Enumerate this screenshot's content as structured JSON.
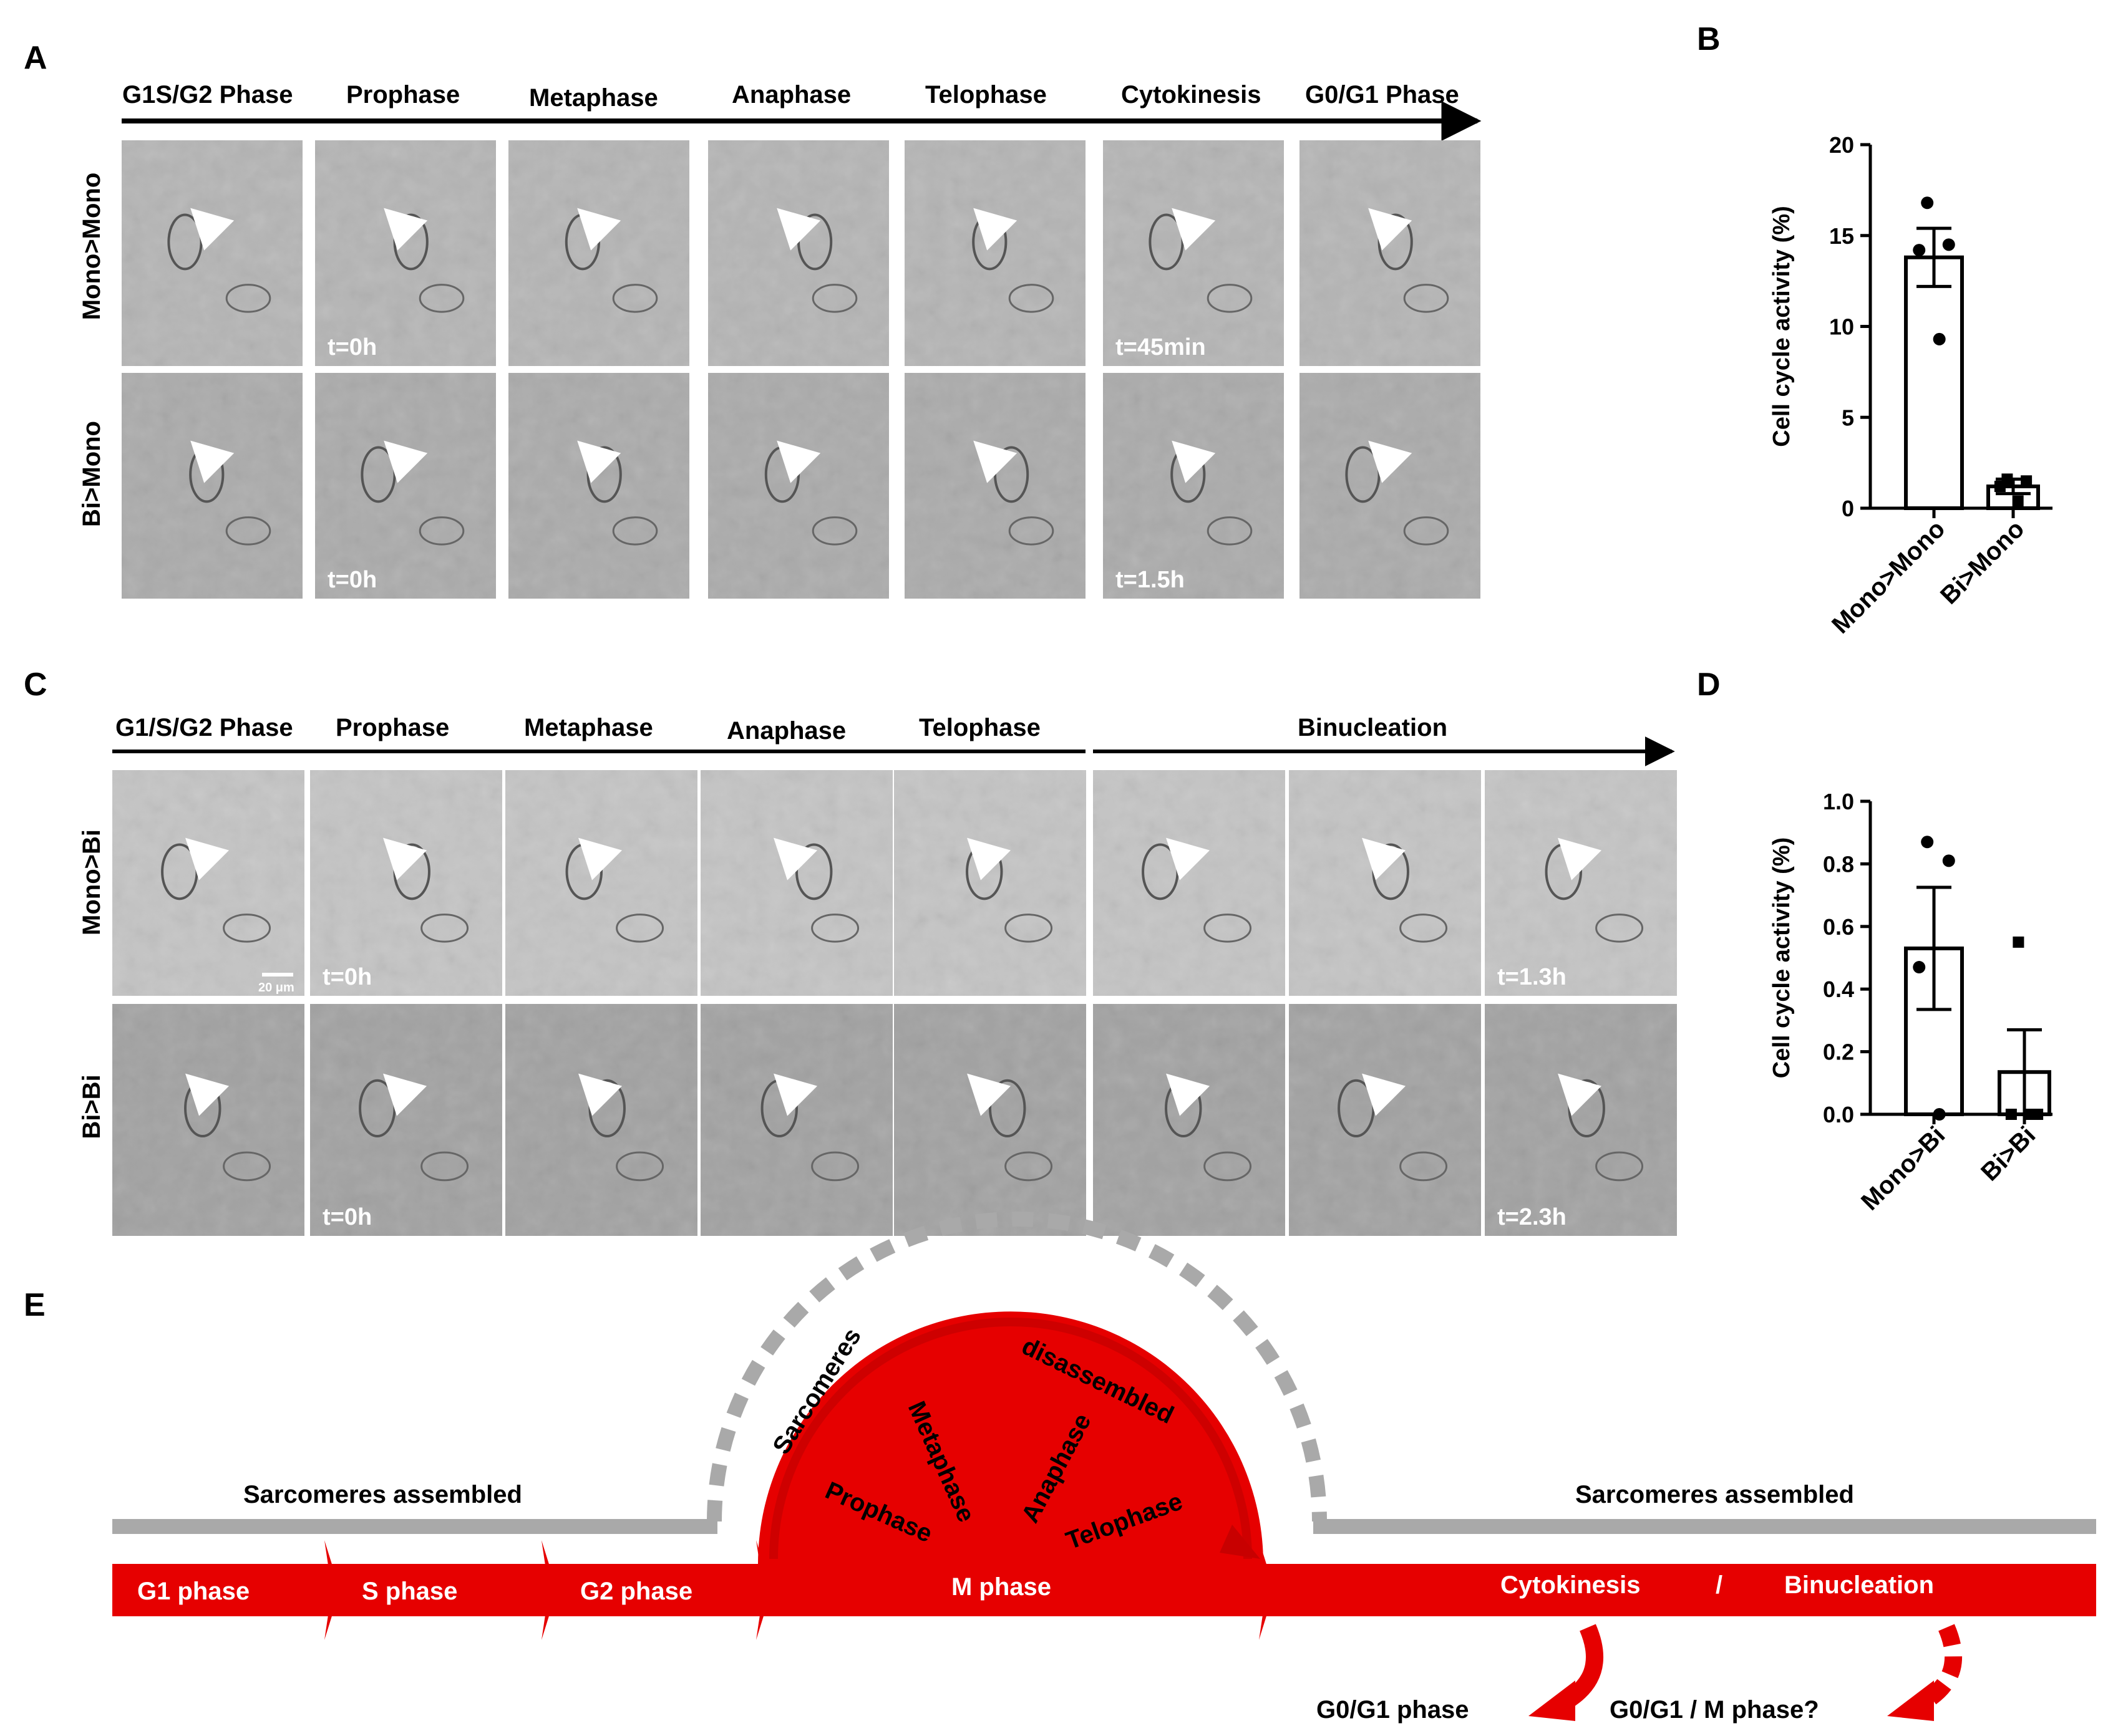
{
  "panels": {
    "a": "A",
    "b": "B",
    "c": "C",
    "d": "D",
    "e": "E"
  },
  "panel_a": {
    "phases": [
      "G1S/G2 Phase",
      "Prophase",
      "Metaphase",
      "Anaphase",
      "Telophase",
      "Cytokinesis",
      "G0/G1 Phase"
    ],
    "rows": [
      "Mono>Mono",
      "Bi>Mono"
    ],
    "times_row1": [
      "",
      "t=0h",
      "",
      "",
      "",
      "t=45min",
      ""
    ],
    "times_row2": [
      "",
      "t=0h",
      "",
      "",
      "",
      "t=1.5h",
      ""
    ]
  },
  "panel_c": {
    "phases": [
      "G1/S/G2 Phase",
      "Prophase",
      "Metaphase",
      "Anaphase",
      "Telophase"
    ],
    "binucleation": "Binucleation",
    "rows": [
      "Mono>Bi",
      "Bi>Bi"
    ],
    "times_row1": [
      "",
      "t=0h",
      "",
      "",
      "",
      "",
      "",
      "t=1.3h"
    ],
    "times_row2": [
      "",
      "t=0h",
      "",
      "",
      "",
      "",
      "",
      "t=2.3h"
    ],
    "scalebar": "20 μm"
  },
  "chart_data": [
    {
      "type": "bar",
      "panel": "B",
      "categories": [
        "Mono>Mono",
        "Bi>Mono"
      ],
      "values": [
        13.8,
        1.2
      ],
      "error": [
        1.6,
        0.4
      ],
      "points": [
        [
          16.8,
          14.5,
          14.2,
          9.3
        ],
        [
          1.6,
          1.5,
          1.2,
          0.4
        ]
      ],
      "markers": [
        "circle",
        "square"
      ],
      "ylabel": "Cell cycle activity (%)",
      "ylim": [
        0,
        20
      ],
      "yticks": [
        "0",
        "5",
        "10",
        "15",
        "20"
      ],
      "grid": false
    },
    {
      "type": "bar",
      "panel": "D",
      "categories": [
        "Mono>Bi",
        "Bi>Bi"
      ],
      "values": [
        0.53,
        0.135
      ],
      "error": [
        0.195,
        0.135
      ],
      "points": [
        [
          0.87,
          0.81,
          0.47,
          0.0
        ],
        [
          0.55,
          0.0,
          0.0,
          0.0
        ]
      ],
      "markers": [
        "circle",
        "square"
      ],
      "ylabel": "Cell cycle activity (%)",
      "ylim": [
        0,
        1.0
      ],
      "yticks": [
        "0.0",
        "0.2",
        "0.4",
        "0.6",
        "0.8",
        "1.0"
      ],
      "grid": false
    }
  ],
  "panel_e": {
    "assembled_left": "Sarcomeres assembled",
    "assembled_right": "Sarcomeres assembled",
    "arc_word1": "Sarcomeres",
    "arc_word2": "disassembled",
    "stages": [
      "G1 phase",
      "S phase",
      "G2 phase",
      "M phase"
    ],
    "m_subphases": [
      "Prophase",
      "Metaphase",
      "Anaphase",
      "Telophase"
    ],
    "cytokinesis": "Cytokinesis",
    "slash": "/",
    "binucleation": "Binucleation",
    "outcome1": "G0/G1 phase",
    "outcome2": "G0/G1 / M phase?",
    "colors": {
      "red": "#e60000",
      "dark_red": "#c80000",
      "grey": "#a9a9a9"
    }
  }
}
